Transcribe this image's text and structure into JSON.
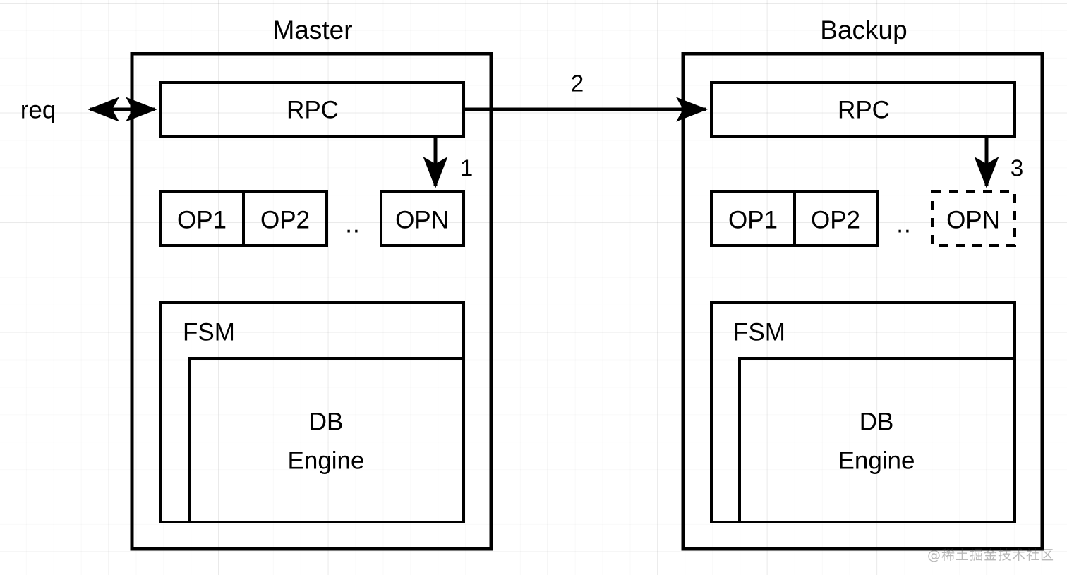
{
  "diagram": {
    "title_master": "Master",
    "title_backup": "Backup",
    "external_label": "req",
    "watermark": "@稀土掘金技术社区",
    "colors": {
      "stroke": "#000000",
      "background": "#ffffff",
      "grid_minor": "rgba(0,0,0,0.022)",
      "grid_major": "rgba(0,0,0,0.060)",
      "watermark": "rgba(60,60,60,0.36)"
    }
  },
  "master": {
    "title": "Master",
    "rpc_label": "RPC",
    "ops": [
      {
        "label": "OP1",
        "style": "solid"
      },
      {
        "label": "OP2",
        "style": "solid"
      },
      {
        "label": "OPN",
        "style": "solid"
      }
    ],
    "ops_ellipsis": "..",
    "fsm_label": "FSM",
    "db_label_line1": "DB",
    "db_label_line2": "Engine"
  },
  "backup": {
    "title": "Backup",
    "rpc_label": "RPC",
    "ops": [
      {
        "label": "OP1",
        "style": "solid"
      },
      {
        "label": "OP2",
        "style": "solid"
      },
      {
        "label": "OPN",
        "style": "dashed"
      }
    ],
    "ops_ellipsis": "..",
    "fsm_label": "FSM",
    "db_label_line1": "DB",
    "db_label_line2": "Engine"
  },
  "arrows": {
    "req_label": "req",
    "step1_label": "1",
    "step2_label": "2",
    "step3_label": "3"
  }
}
